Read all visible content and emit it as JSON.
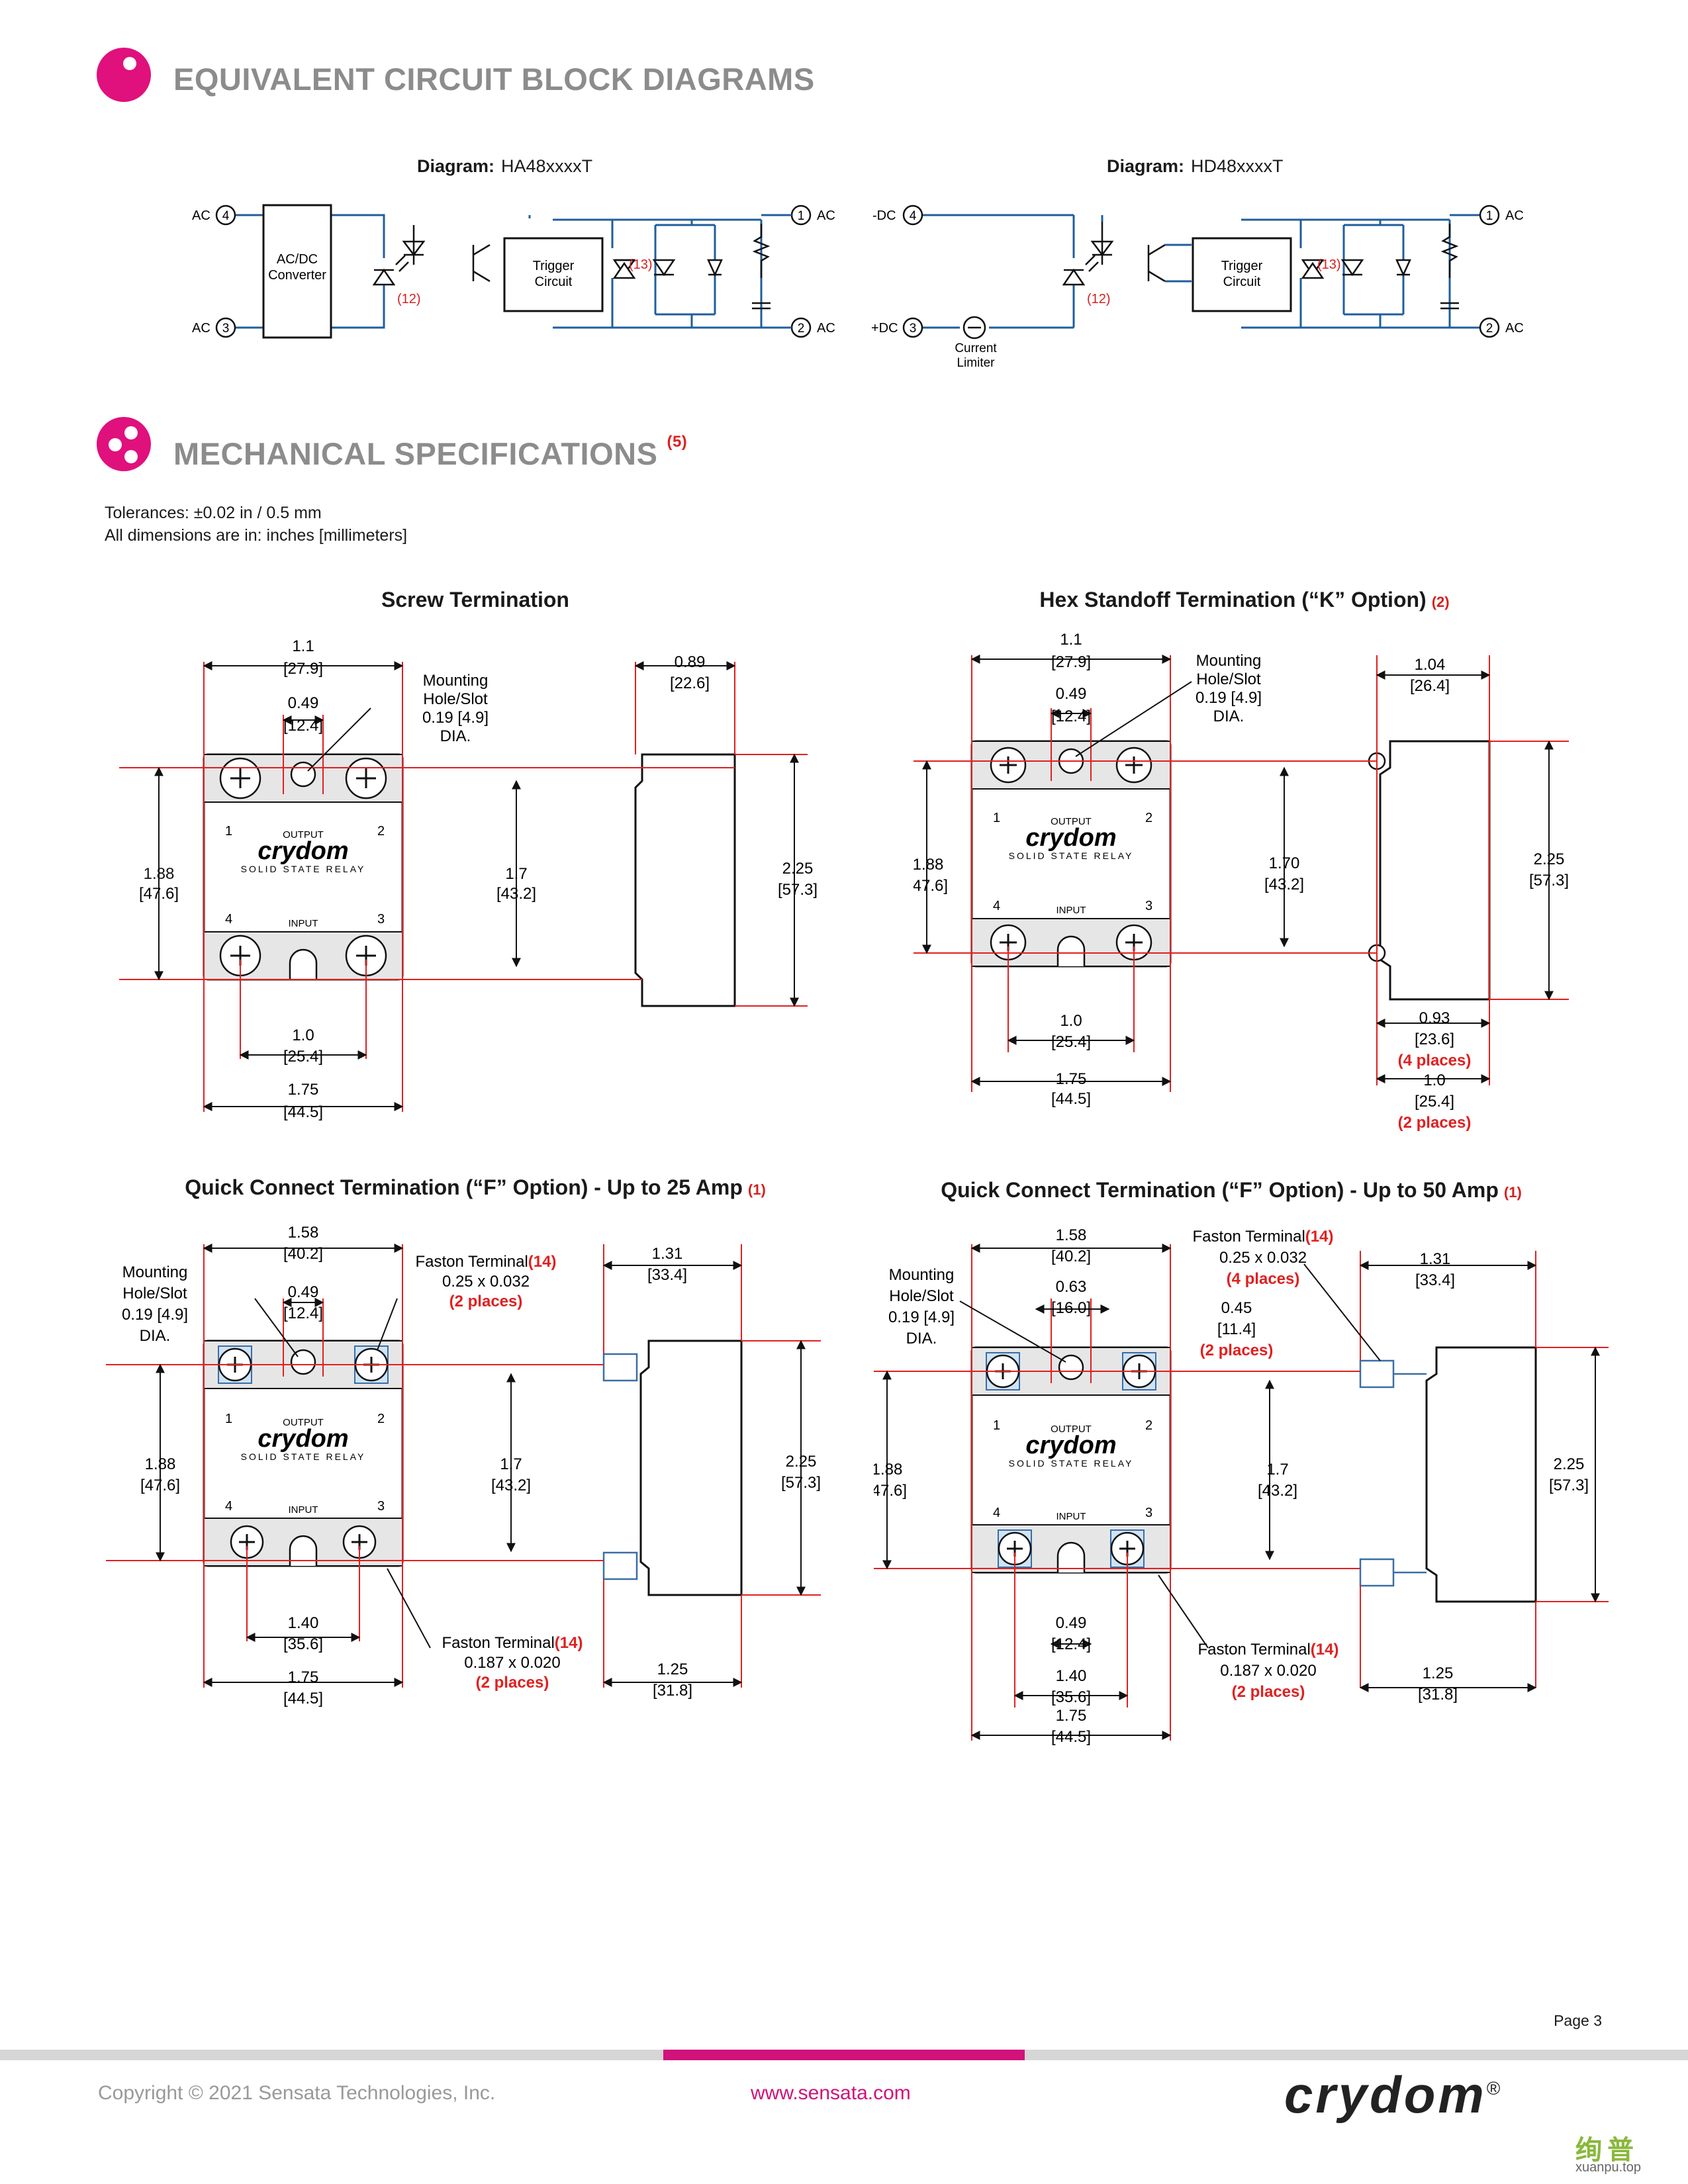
{
  "section1": {
    "title": "EQUIVALENT CIRCUIT BLOCK DIAGRAMS"
  },
  "diagram_a": {
    "caption_label": "Diagram:",
    "caption_value": "HA48xxxxT",
    "ac": "AC",
    "pin1": "1",
    "pin2": "2",
    "pin3": "3",
    "pin4": "4",
    "converter_l1": "AC/DC",
    "converter_l2": "Converter",
    "trigger_l1": "Trigger",
    "trigger_l2": "Circuit",
    "note12": "(12)",
    "note13": "(13)"
  },
  "diagram_b": {
    "caption_label": "Diagram:",
    "caption_value": "HD48xxxxT",
    "ac": "AC",
    "minus_dc": "-DC",
    "plus_dc": "+DC",
    "limiter_l1": "Current",
    "limiter_l2": "Limiter",
    "pin1": "1",
    "pin2": "2",
    "pin3": "3",
    "pin4": "4",
    "trigger_l1": "Trigger",
    "trigger_l2": "Circuit",
    "note12": "(12)",
    "note13": "(13)"
  },
  "section2": {
    "title": "MECHANICAL SPECIFICATIONS",
    "note": "(5)"
  },
  "tolerance": {
    "line1": "Tolerances: ±0.02 in / 0.5 mm",
    "line2": "All dimensions are in: inches [millimeters]"
  },
  "relay": {
    "brand": "crydom",
    "sub": "SOLID STATE RELAY",
    "output": "OUTPUT",
    "input": "INPUT",
    "t1": "1",
    "t2": "2",
    "t3": "3",
    "t4": "4"
  },
  "screw": {
    "title": "Screw Termination",
    "w_top": "1.1",
    "w_top_mm": "[27.9]",
    "hole_sp": "0.49",
    "hole_sp_mm": "[12.4]",
    "mount_l1": "Mounting",
    "mount_l2": "Hole/Slot",
    "mount_l3": "0.19 [4.9]",
    "mount_l4": "DIA.",
    "h_outer": "1.88",
    "h_outer_mm": "[47.6]",
    "h_inner": "1.7",
    "h_inner_mm": "[43.2]",
    "w_bot": "1.0",
    "w_bot_mm": "[25.4]",
    "w_total": "1.75",
    "w_total_mm": "[44.5]",
    "depth": "0.89",
    "depth_mm": "[22.6]",
    "height": "2.25",
    "height_mm": "[57.3]"
  },
  "hex": {
    "title": "Hex Standoff Termination (“K” Option)",
    "note": "(2)",
    "w_top": "1.1",
    "w_top_mm": "[27.9]",
    "hole_sp": "0.49",
    "hole_sp_mm": "[12.4]",
    "mount_l1": "Mounting",
    "mount_l2": "Hole/Slot",
    "mount_l3": "0.19 [4.9]",
    "mount_l4": "DIA.",
    "h_outer": "1.88",
    "h_outer_mm": "[47.6]",
    "h_inner": "1.70",
    "h_inner_mm": "[43.2]",
    "w_bot": "1.0",
    "w_bot_mm": "[25.4]",
    "w_total": "1.75",
    "w_total_mm": "[44.5]",
    "depth": "1.04",
    "depth_mm": "[26.4]",
    "height": "2.25",
    "height_mm": "[57.3]",
    "standoff": "0.93",
    "standoff_mm": "[23.6]",
    "standoff_places": "(4 places)",
    "spacing": "1.0",
    "spacing_mm": "[25.4]",
    "spacing_places": "(2 places)"
  },
  "qc25": {
    "title": "Quick Connect Termination (“F” Option)  -  Up to 25 Amp",
    "note": "(1)",
    "w_top": "1.58",
    "w_top_mm": "[40.2]",
    "hole_sp": "0.49",
    "hole_sp_mm": "[12.4]",
    "mount_l1": "Mounting",
    "mount_l2": "Hole/Slot",
    "mount_l3": "0.19 [4.9]",
    "mount_l4": "DIA.",
    "faston_top": "Faston Terminal",
    "faston_top_note": "(14)",
    "faston_top_size": "0.25 x 0.032",
    "faston_top_places": "(2 places)",
    "h_outer": "1.88",
    "h_outer_mm": "[47.6]",
    "h_inner": "1.7",
    "h_inner_mm": "[43.2]",
    "w_bot": "1.40",
    "w_bot_mm": "[35.6]",
    "w_total": "1.75",
    "w_total_mm": "[44.5]",
    "faston_bot": "Faston Terminal",
    "faston_bot_note": "(14)",
    "faston_bot_size": "0.187 x 0.020",
    "faston_bot_places": "(2 places)",
    "depth": "1.31",
    "depth_mm": "[33.4]",
    "height": "2.25",
    "height_mm": "[57.3]",
    "depth2": "1.25",
    "depth2_mm": "[31.8]"
  },
  "qc50": {
    "title": "Quick Connect Termination (“F” Option)  -  Up to 50 Amp",
    "note": "(1)",
    "w_top": "1.58",
    "w_top_mm": "[40.2]",
    "hole_sp": "0.63",
    "hole_sp_mm": "[16.0]",
    "mount_l1": "Mounting",
    "mount_l2": "Hole/Slot",
    "mount_l3": "0.19 [4.9]",
    "mount_l4": "DIA.",
    "faston_top": "Faston Terminal",
    "faston_top_note": "(14)",
    "faston_top_size": "0.25 x 0.032",
    "faston_top_places": "(4 places)",
    "offset": "0.45",
    "offset_mm": "[11.4]",
    "offset_places": "(2 places)",
    "h_outer": "1.88",
    "h_outer_mm": "[47.6]",
    "h_inner": "1.7",
    "h_inner_mm": "[43.2]",
    "bot_sp": "0.49",
    "bot_sp_mm": "[12.4]",
    "w_bot": "1.40",
    "w_bot_mm": "[35.6]",
    "w_total": "1.75",
    "w_total_mm": "[44.5]",
    "faston_bot": "Faston Terminal",
    "faston_bot_note": "(14)",
    "faston_bot_size": "0.187 x 0.020",
    "faston_bot_places": "(2 places)",
    "depth": "1.31",
    "depth_mm": "[33.4]",
    "height": "2.25",
    "height_mm": "[57.3]",
    "depth2": "1.25",
    "depth2_mm": "[31.8]"
  },
  "footer": {
    "page": "Page 3",
    "copyright": "Copyright © 2021 Sensata Technologies, Inc.",
    "website": "www.sensata.com",
    "logo": "crydom",
    "logo_mark": "®",
    "watermark": "绚普",
    "watermark_url": "xuanpu.top"
  },
  "colors": {
    "accent": "#e0107d",
    "wire": "#1f5e9e",
    "dim": "#e02020",
    "title_gray": "#8c8c8c"
  }
}
